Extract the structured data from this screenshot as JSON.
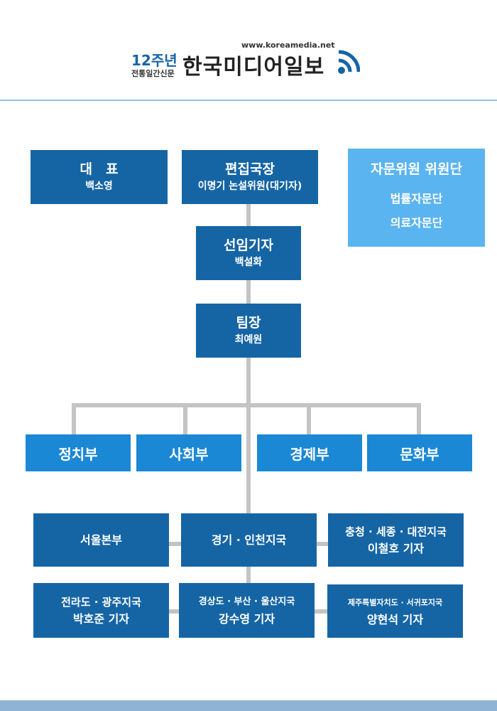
{
  "header": {
    "url": "www.koreamedia.net",
    "anniversary": "12주년",
    "tagline": "전통일간신문",
    "name": "한국미디어일보"
  },
  "colors": {
    "primary": "#1565a5",
    "dept": "#1b88d6",
    "advisory": "#5ab4f0",
    "line": "#c4c4c4"
  },
  "ceo": {
    "title": "대　표",
    "name": "백소영"
  },
  "editor": {
    "title": "편집국장",
    "name": "이명기 논설위원(대기자)"
  },
  "advisory": {
    "title": "자문위원 위원단",
    "items": [
      "법률자문단",
      "의료자문단"
    ]
  },
  "senior": {
    "title": "선임기자",
    "name": "백설화"
  },
  "lead": {
    "title": "팀장",
    "name": "최예원"
  },
  "departments": [
    "정치부",
    "사회부",
    "경제부",
    "문화부"
  ],
  "bureaus": [
    {
      "title": "서울본부",
      "name": ""
    },
    {
      "title": "경기 · 인천지국",
      "name": ""
    },
    {
      "title": "충청 · 세종 · 대전지국",
      "name": "이철호 기자"
    },
    {
      "title": "전라도 · 광주지국",
      "name": "박호준 기자"
    },
    {
      "title": "경상도 · 부산 · 울산지국",
      "name": "강수영 기자"
    },
    {
      "title": "제주특별자치도 · 서귀포지국",
      "name": "양현석 기자"
    }
  ]
}
